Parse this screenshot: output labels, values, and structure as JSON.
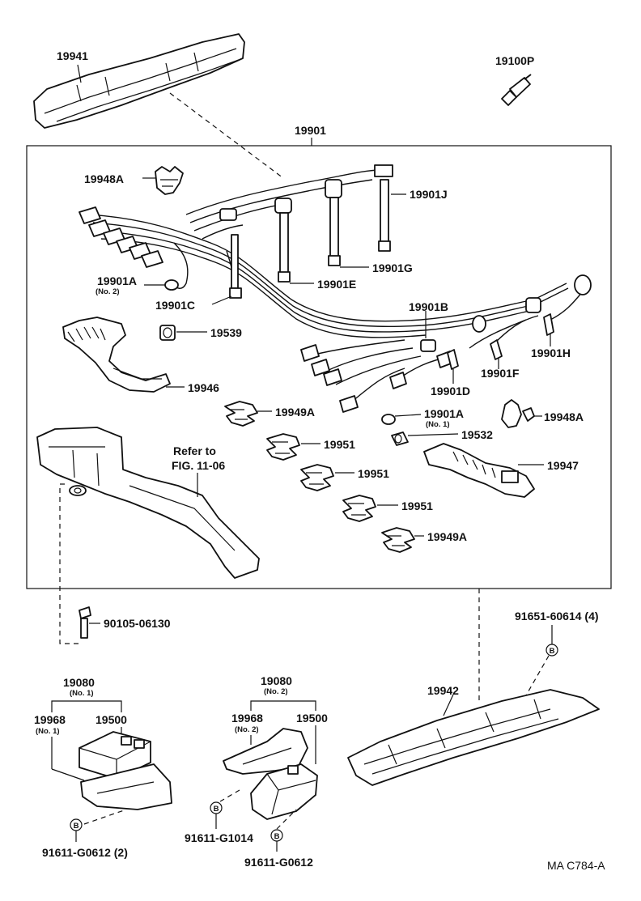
{
  "diagram": {
    "code": "MA  C784-A",
    "labels": {
      "p19941": "19941",
      "p19100P": "19100P",
      "p19901": "19901",
      "p19948A_1": "19948A",
      "p19901J": "19901J",
      "p19901G": "19901G",
      "p19901A_1": "19901A",
      "p19901A_1_sub": "(No. 2)",
      "p19901E": "19901E",
      "p19901C": "19901C",
      "p19539": "19539",
      "p19901B": "19901B",
      "p19901H": "19901H",
      "p19946": "19946",
      "p19901D": "19901D",
      "p19901F": "19901F",
      "p19949A_1": "19949A",
      "p19901A_2": "19901A",
      "p19901A_2_sub": "(No. 1)",
      "p19948A_2": "19948A",
      "refer1": "Refer to",
      "refer2": "FIG. 11-06",
      "p19951_1": "19951",
      "p19532": "19532",
      "p19947": "19947",
      "p19951_2": "19951",
      "p19951_3": "19951",
      "p19949A_2": "19949A",
      "p90105": "90105-06130",
      "p91651": "91651-60614 (4)",
      "p19080_1": "19080",
      "p19080_1_sub": "(No. 1)",
      "p19080_2": "19080",
      "p19080_2_sub": "(No. 2)",
      "p19968_1": "19968",
      "p19968_1_sub": "(No. 1)",
      "p19500_1": "19500",
      "p19968_2": "19968",
      "p19968_2_sub": "(No. 2)",
      "p19500_2": "19500",
      "p19942": "19942",
      "p91611_1": "91611-G0612 (2)",
      "p91611_2": "91611-G1014",
      "p91611_3": "91611-G0612",
      "bolt_marker": "B"
    }
  }
}
